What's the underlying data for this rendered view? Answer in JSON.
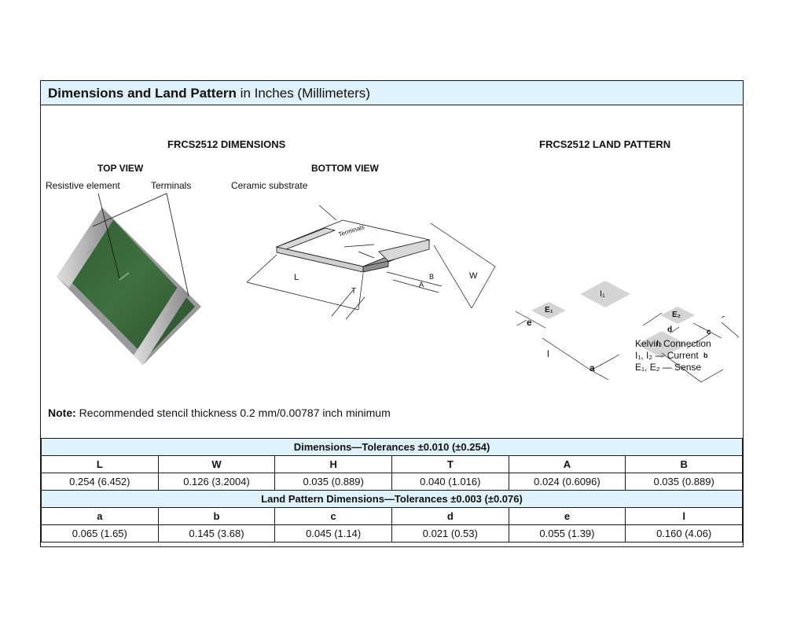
{
  "header": {
    "title_bold": "Dimensions and Land Pattern",
    "title_rest": " in Inches (Millimeters)"
  },
  "dimensions_title": "FRCS2512   DIMENSIONS",
  "land_pattern_title": "FRCS2512  LAND PATTERN",
  "top_view": {
    "label": "TOP VIEW",
    "resistive_element": "Resistive element",
    "terminals": "Terminals"
  },
  "bottom_view": {
    "label": "BOTTOM  VIEW",
    "ceramic_substrate": "Ceramic substrate",
    "terminals": "Terminals",
    "dims": {
      "L": "L",
      "W": "W",
      "T": "T",
      "A": "A",
      "B": "B"
    }
  },
  "land_pattern": {
    "pads": {
      "I1": "I₁",
      "I2": "I₂",
      "E1": "E₁",
      "E2": "E₂"
    },
    "dims": {
      "a": "a",
      "b": "b",
      "c": "c",
      "d": "d",
      "e": "e",
      "l": "l"
    },
    "legend": [
      "Kelvin Connection",
      "I₁, I₂ — Current",
      "E₁, E₂ — Sense"
    ]
  },
  "note": {
    "label": "Note:",
    "text": " Recommended stencil thickness 0.2 mm/0.00787 inch minimum"
  },
  "table": {
    "dimensions_caption": "Dimensions—Tolerances ±0.010 (±0.254)",
    "dimensions_headers": [
      "L",
      "W",
      "H",
      "T",
      "A",
      "B"
    ],
    "dimensions_values": [
      "0.254 (6.452)",
      "0.126 (3.2004)",
      "0.035 (0.889)",
      "0.040 (1.016)",
      "0.024 (0.6096)",
      "0.035 (0.889)"
    ],
    "land_caption": "Land Pattern Dimensions—Tolerances ±0.003 (±0.076)",
    "land_headers": [
      "a",
      "b",
      "c",
      "d",
      "e",
      "l"
    ],
    "land_values": [
      "0.065 (1.65)",
      "0.145 (3.68)",
      "0.045 (1.14)",
      "0.021 (0.53)",
      "0.055 (1.39)",
      "0.160 (4.06)"
    ]
  },
  "colors": {
    "header_bg": "#dff1fa",
    "resistor_body": "#3a6b3a",
    "pad_gray": "#d4d4d4"
  }
}
